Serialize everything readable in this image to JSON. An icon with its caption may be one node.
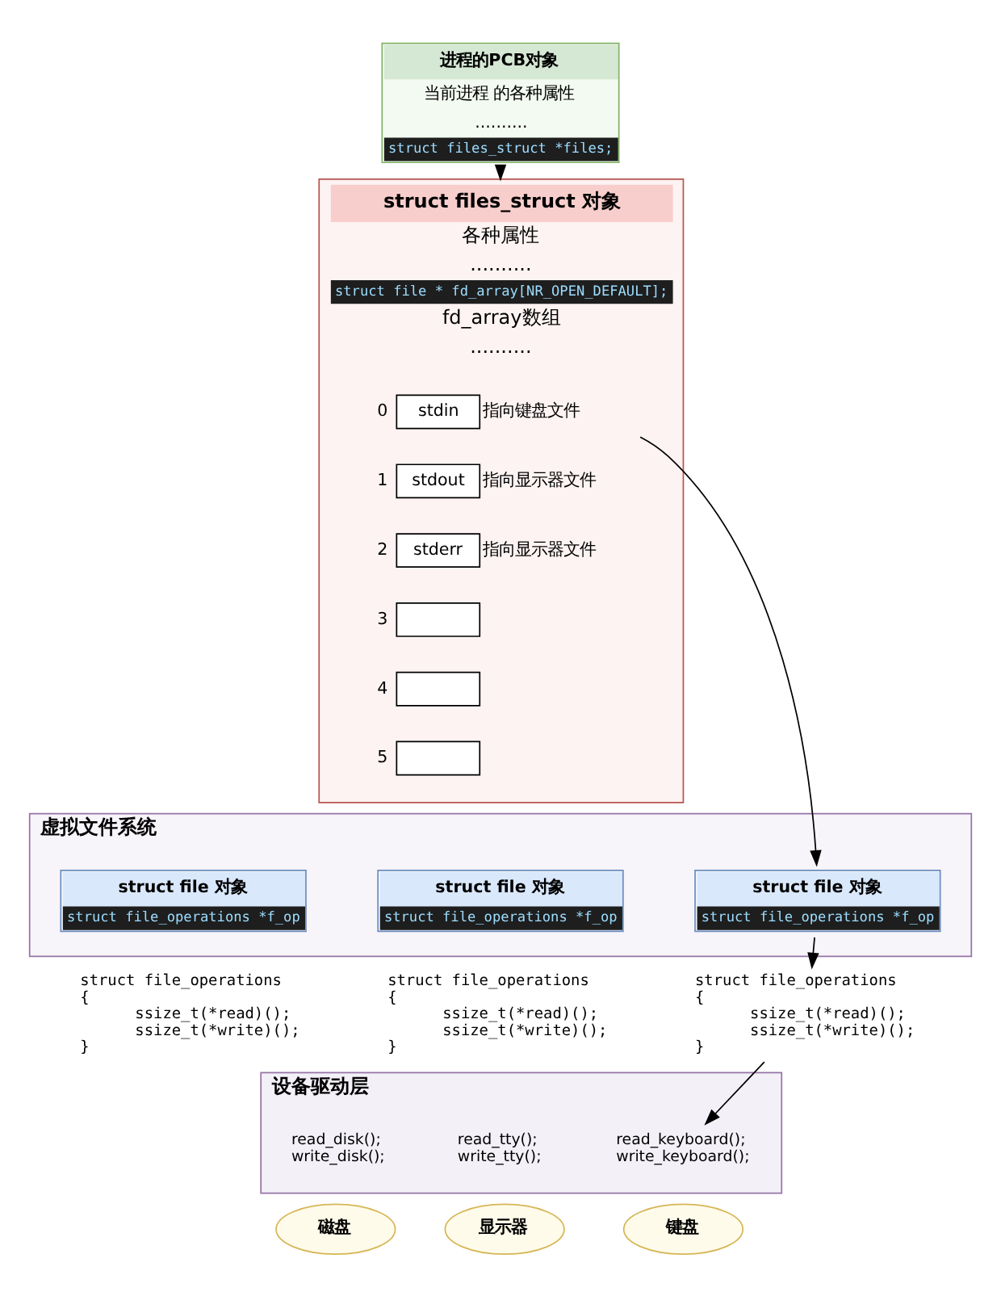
{
  "diagram": {
    "nodes": [
      {
        "text": [
          "进程的PCB对象",
          "当前进程 的各种属性",
          "..........",
          "struct files_struct *files;"
        ]
      },
      {
        "text": [
          "struct files_struct 对象",
          "各种属性",
          "..........",
          "struct file * fd_array[NR_OPEN_DEFAULT];",
          "fd_array数组",
          ".........."
        ]
      },
      {
        "text": [
          "stdin"
        ],
        "in": 1,
        "beside": [
          "0",
          "指向键盘文件"
        ]
      },
      {
        "text": [
          "stdout"
        ],
        "in": 1,
        "beside": [
          "1",
          "指向显示器文件"
        ]
      },
      {
        "text": [
          "stderr"
        ],
        "in": 1,
        "beside": [
          "2",
          "指向显示器文件"
        ]
      },
      {
        "text": [],
        "shape": "box",
        "in": 1,
        "beside": [
          "3"
        ]
      },
      {
        "text": [],
        "shape": "box",
        "in": 1,
        "beside": [
          "4"
        ]
      },
      {
        "text": [],
        "shape": "box",
        "in": 1,
        "beside": [
          "5"
        ]
      },
      {
        "text": [
          "虚拟文件系统"
        ]
      },
      {
        "text": [
          "struct file 对象",
          "struct file_operations *f_op"
        ],
        "in": 8
      },
      {
        "text": [
          "struct file 对象",
          "struct file_operations *f_op"
        ],
        "in": 8
      },
      {
        "text": [
          "struct file 对象",
          "struct file_operations *f_op"
        ],
        "in": 8
      },
      {
        "text": [
          "struct file_operations",
          "{",
          "ssize_t(*read)();",
          "ssize_t(*write)();",
          "}"
        ]
      },
      {
        "text": [
          "struct file_operations",
          "{",
          "ssize_t(*read)();",
          "ssize_t(*write)();",
          "}"
        ]
      },
      {
        "text": [
          "struct file_operations",
          "{",
          "ssize_t(*read)();",
          "ssize_t(*write)();",
          "}"
        ]
      },
      {
        "text": [
          "设备驱动层"
        ]
      },
      {
        "text": [
          "read_disk();",
          "write_disk();"
        ],
        "in": 15
      },
      {
        "text": [
          "read_tty();",
          "write_tty();"
        ],
        "in": 15
      },
      {
        "text": [
          "read_keyboard();",
          "write_keyboard();"
        ],
        "in": 15
      },
      {
        "text": [
          "磁盘"
        ]
      },
      {
        "text": [
          "显示器"
        ]
      },
      {
        "text": [
          "键盘"
        ]
      }
    ],
    "edges": [
      {
        "from": 0,
        "to": 1,
        "arrow": "to"
      },
      {
        "from": 2,
        "to": 11,
        "arrow": "to"
      },
      {
        "from": 11,
        "to": 14,
        "arrow": "to"
      },
      {
        "from": 14,
        "to": 18,
        "arrow": "to"
      }
    ]
  }
}
